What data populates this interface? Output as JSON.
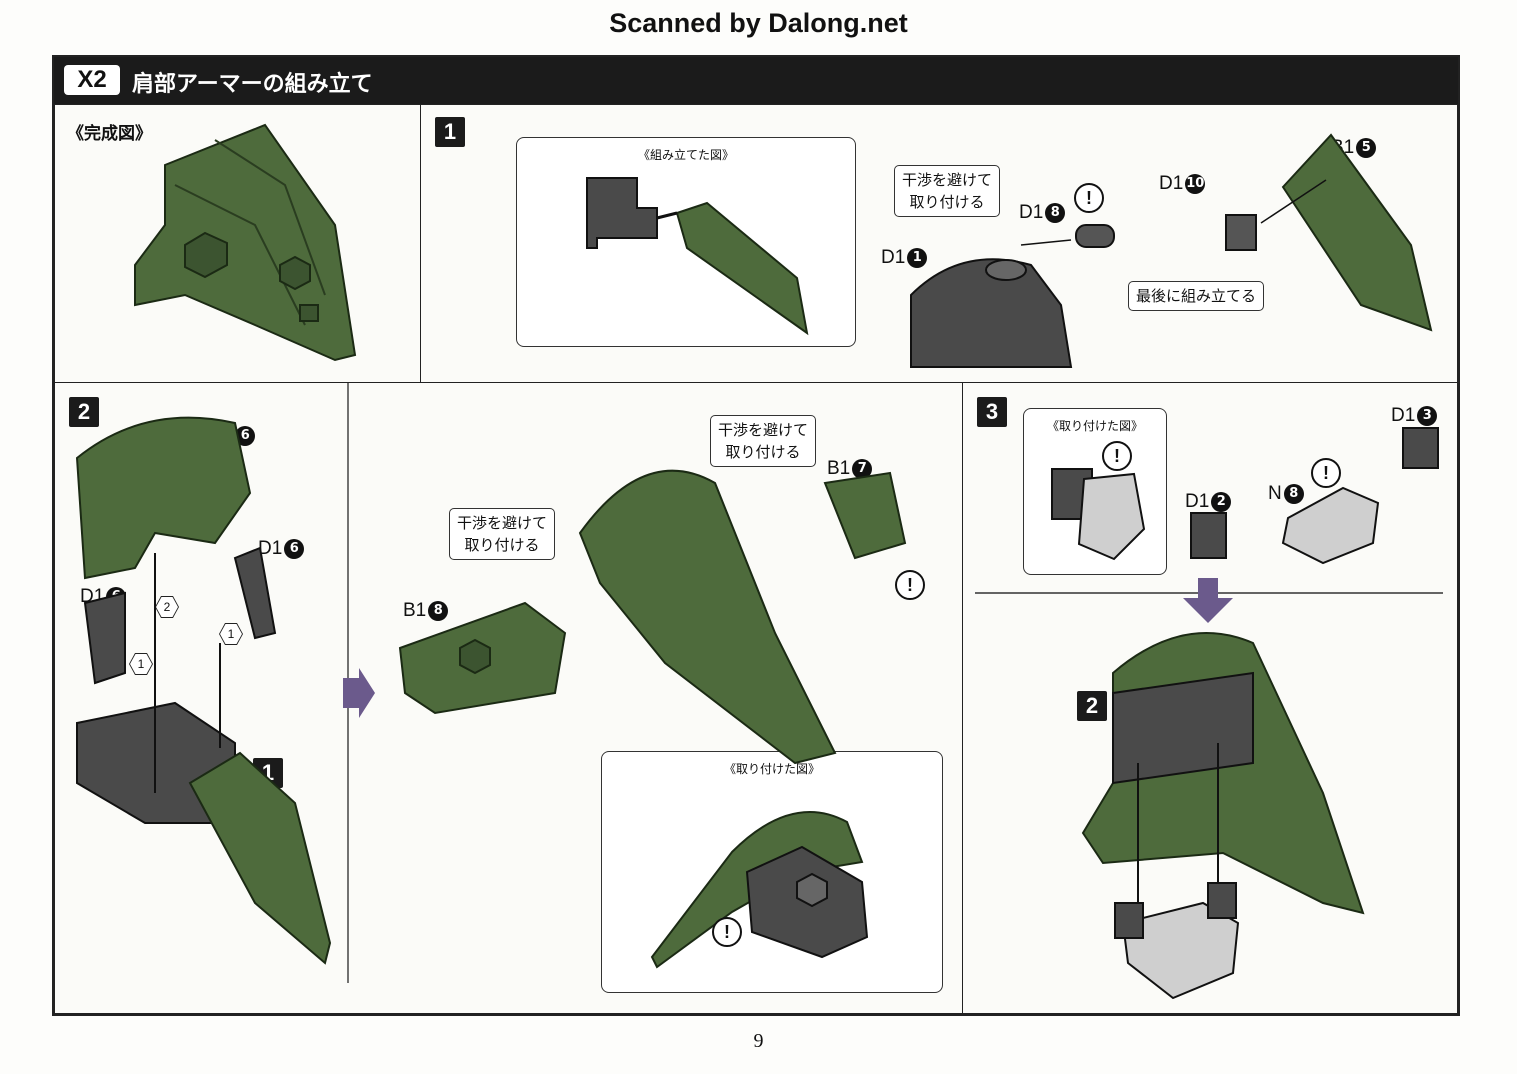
{
  "watermark": "Scanned by Dalong.net",
  "header": {
    "badge": "X2",
    "title": "肩部アーマーの組み立て"
  },
  "complete": {
    "title": "《完成図》"
  },
  "step1": {
    "number": "1",
    "inset_title": "《組み立てた図》",
    "note_interference": "干渉を避けて\n取り付ける",
    "note_last": "最後に組み立てる",
    "parts": [
      {
        "runner": "D1",
        "num": "1"
      },
      {
        "runner": "D1",
        "num": "8"
      },
      {
        "runner": "D1",
        "num": "10"
      },
      {
        "runner": "B1",
        "num": "5"
      }
    ],
    "warn": "!"
  },
  "step2": {
    "number": "2",
    "sub_step_ref": "1",
    "parts": [
      {
        "runner": "B1",
        "num": "6"
      },
      {
        "runner": "D1",
        "num": "6"
      },
      {
        "runner": "D1",
        "num": "6"
      },
      {
        "runner": "B1",
        "num": "8"
      },
      {
        "runner": "B1",
        "num": "7"
      }
    ],
    "order_marks": [
      "1",
      "1",
      "2"
    ],
    "note_interference_a": "干渉を避けて\n取り付ける",
    "note_interference_b": "干渉を避けて\n取り付ける",
    "inset_title": "《取り付けた図》",
    "warn": "!"
  },
  "step3": {
    "number": "3",
    "sub_step_ref": "2",
    "inset_title": "《取り付けた図》",
    "parts": [
      {
        "runner": "D1",
        "num": "3"
      },
      {
        "runner": "D1",
        "num": "2"
      },
      {
        "runner": "N",
        "num": "8"
      }
    ],
    "warn": "!"
  },
  "page_number": "9",
  "colors": {
    "armor_green": "#4e6b3c",
    "dark_part": "#555555",
    "light_part": "#cfcfcf"
  }
}
